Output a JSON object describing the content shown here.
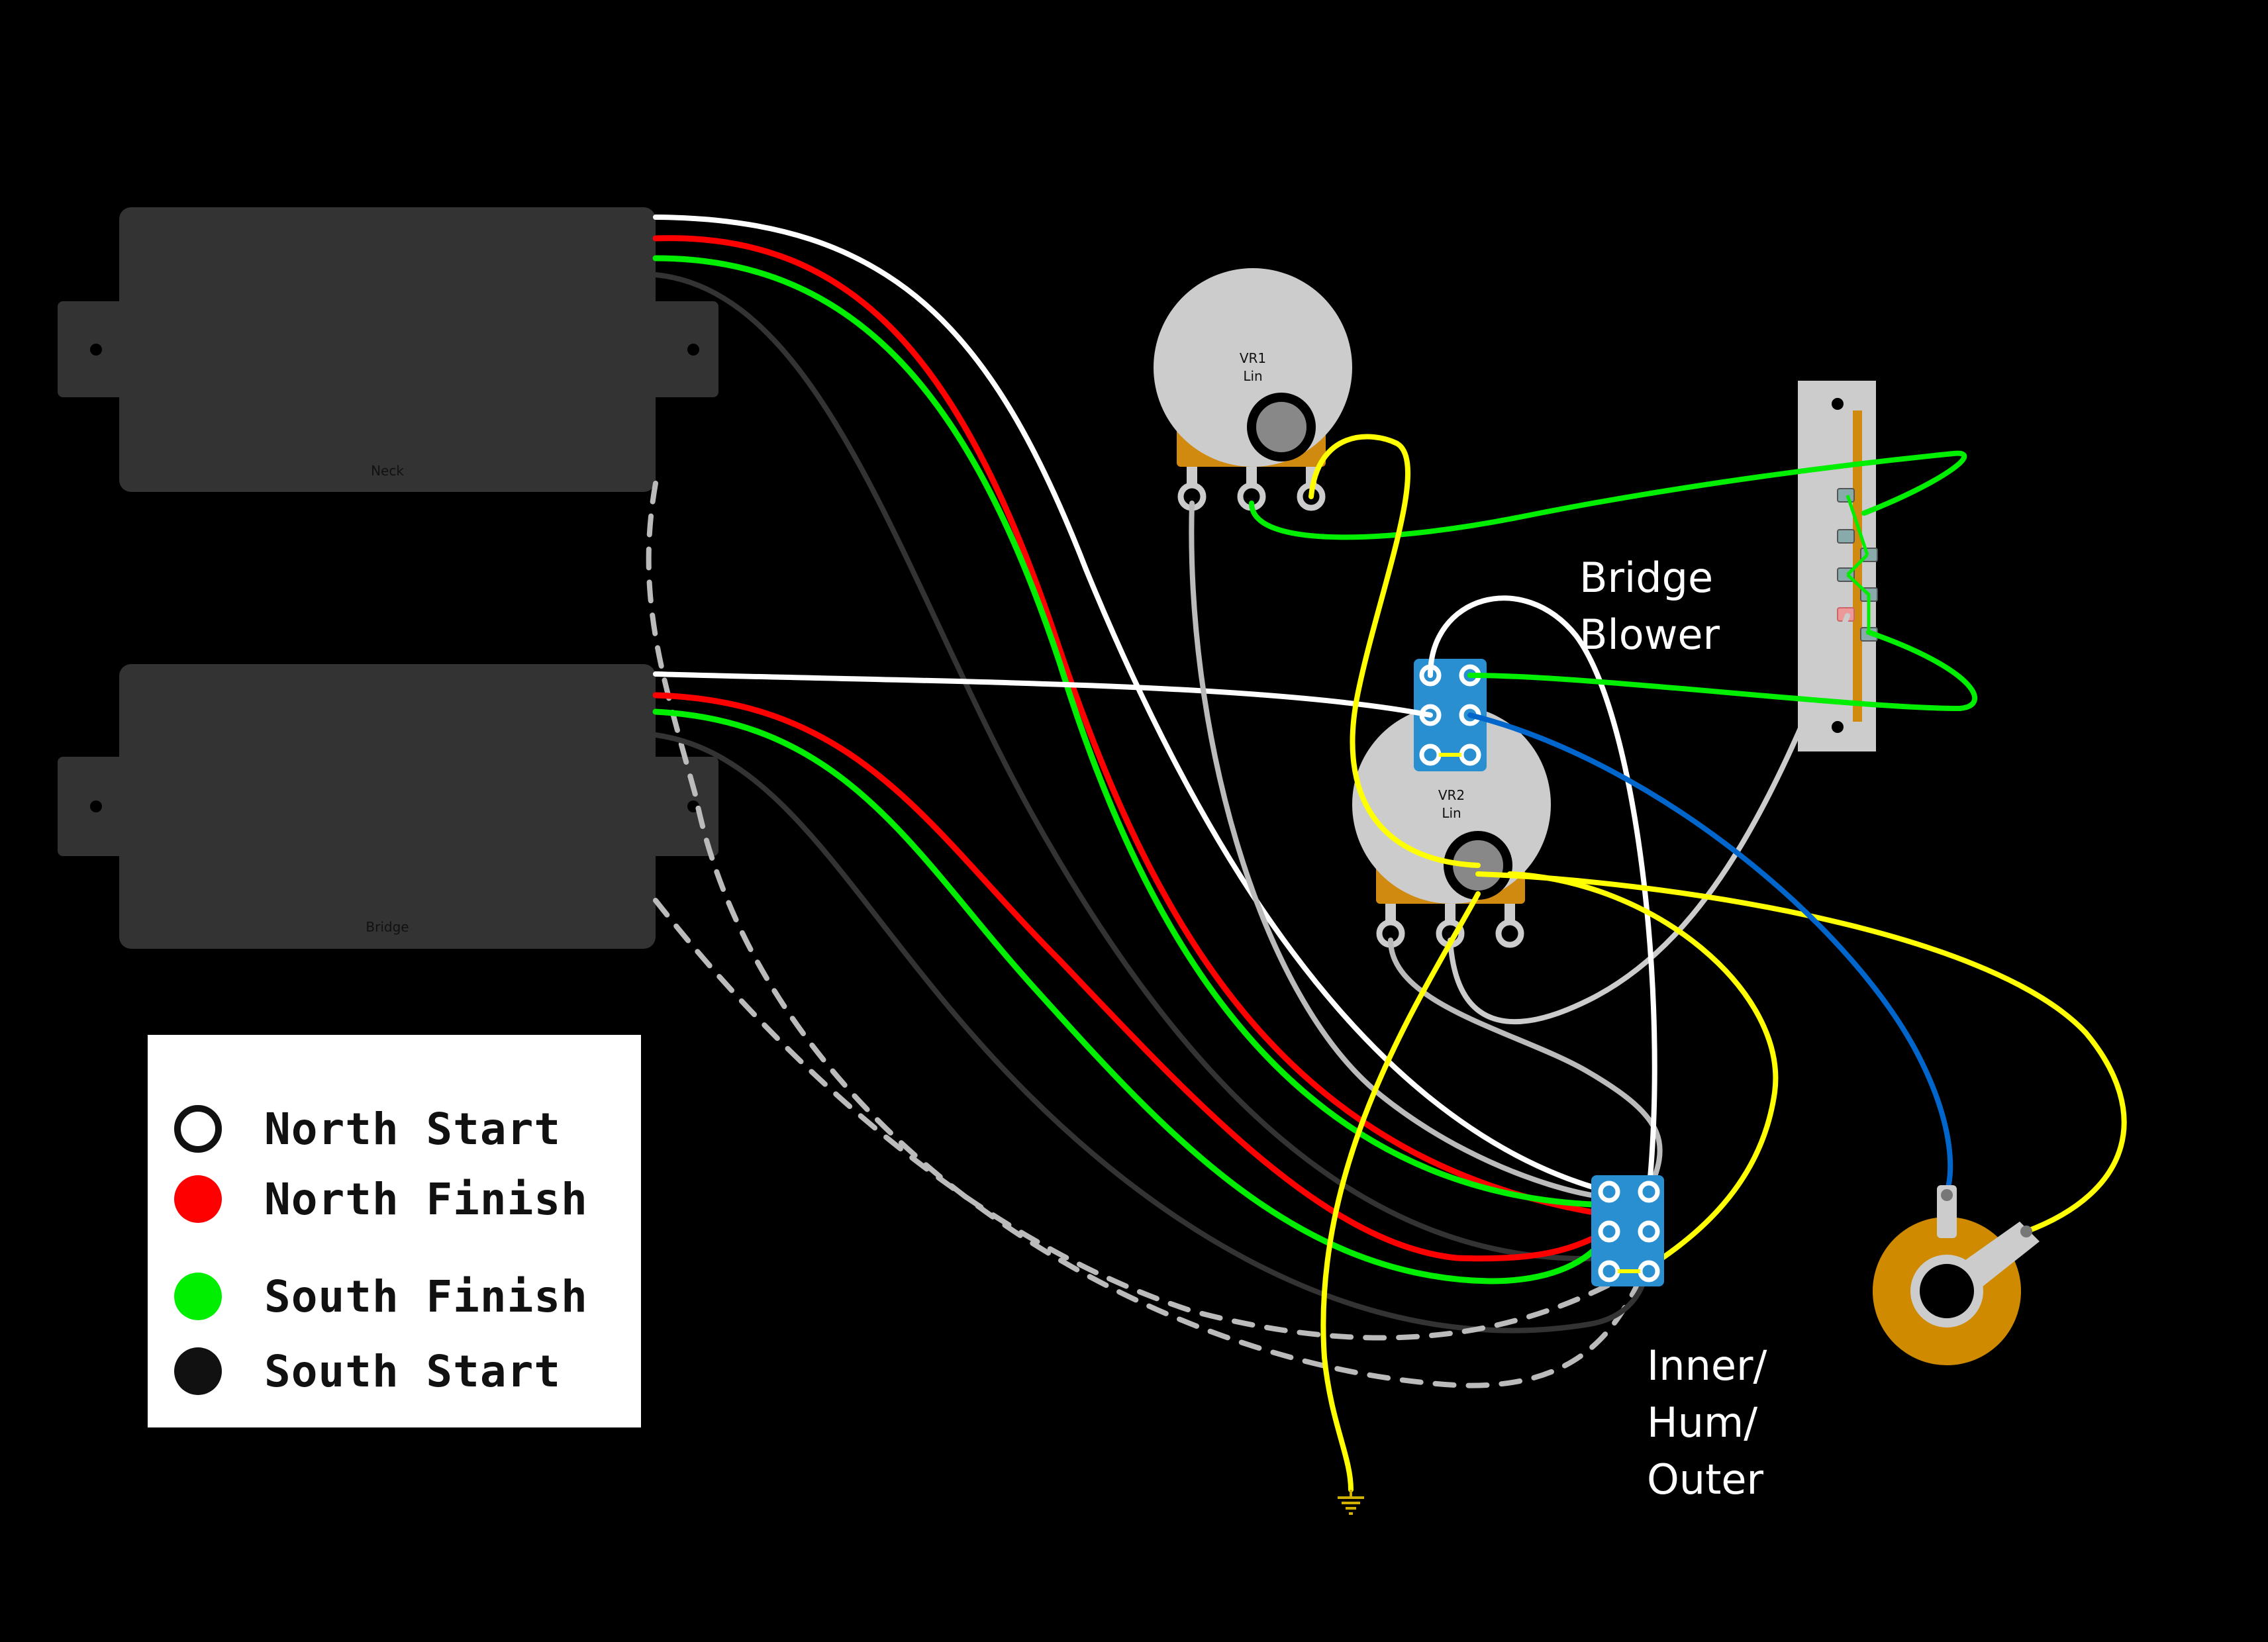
{
  "pickups": {
    "neck_label": "Neck",
    "bridge_label": "Bridge"
  },
  "pots": {
    "vr1_name": "VR1",
    "vr1_taper": "Lin",
    "vr2_name": "VR2",
    "vr2_taper": "Lin"
  },
  "labels": {
    "bridge_blower_line1": "Bridge",
    "bridge_blower_line2": "Blower",
    "switch_line1": "Inner/",
    "switch_line2": "Hum/",
    "switch_line3": "Outer"
  },
  "legend": {
    "north_start": "North Start",
    "north_finish": "North Finish",
    "south_finish": "South Finish",
    "south_start": "South Start"
  },
  "colors": {
    "background": "#000000",
    "pickup_body": "#333333",
    "wire_white": "#ffffff",
    "wire_red": "#ff0000",
    "wire_green": "#00ee00",
    "wire_dark": "#333333",
    "wire_grey": "#bbbbbb",
    "wire_yellow": "#ffff00",
    "wire_blue": "#0066cc",
    "switch_blue": "#2a8fd0",
    "pot_body": "#cccccc",
    "pot_lug_plate": "#d08a10",
    "jack_body": "#d08a00"
  }
}
